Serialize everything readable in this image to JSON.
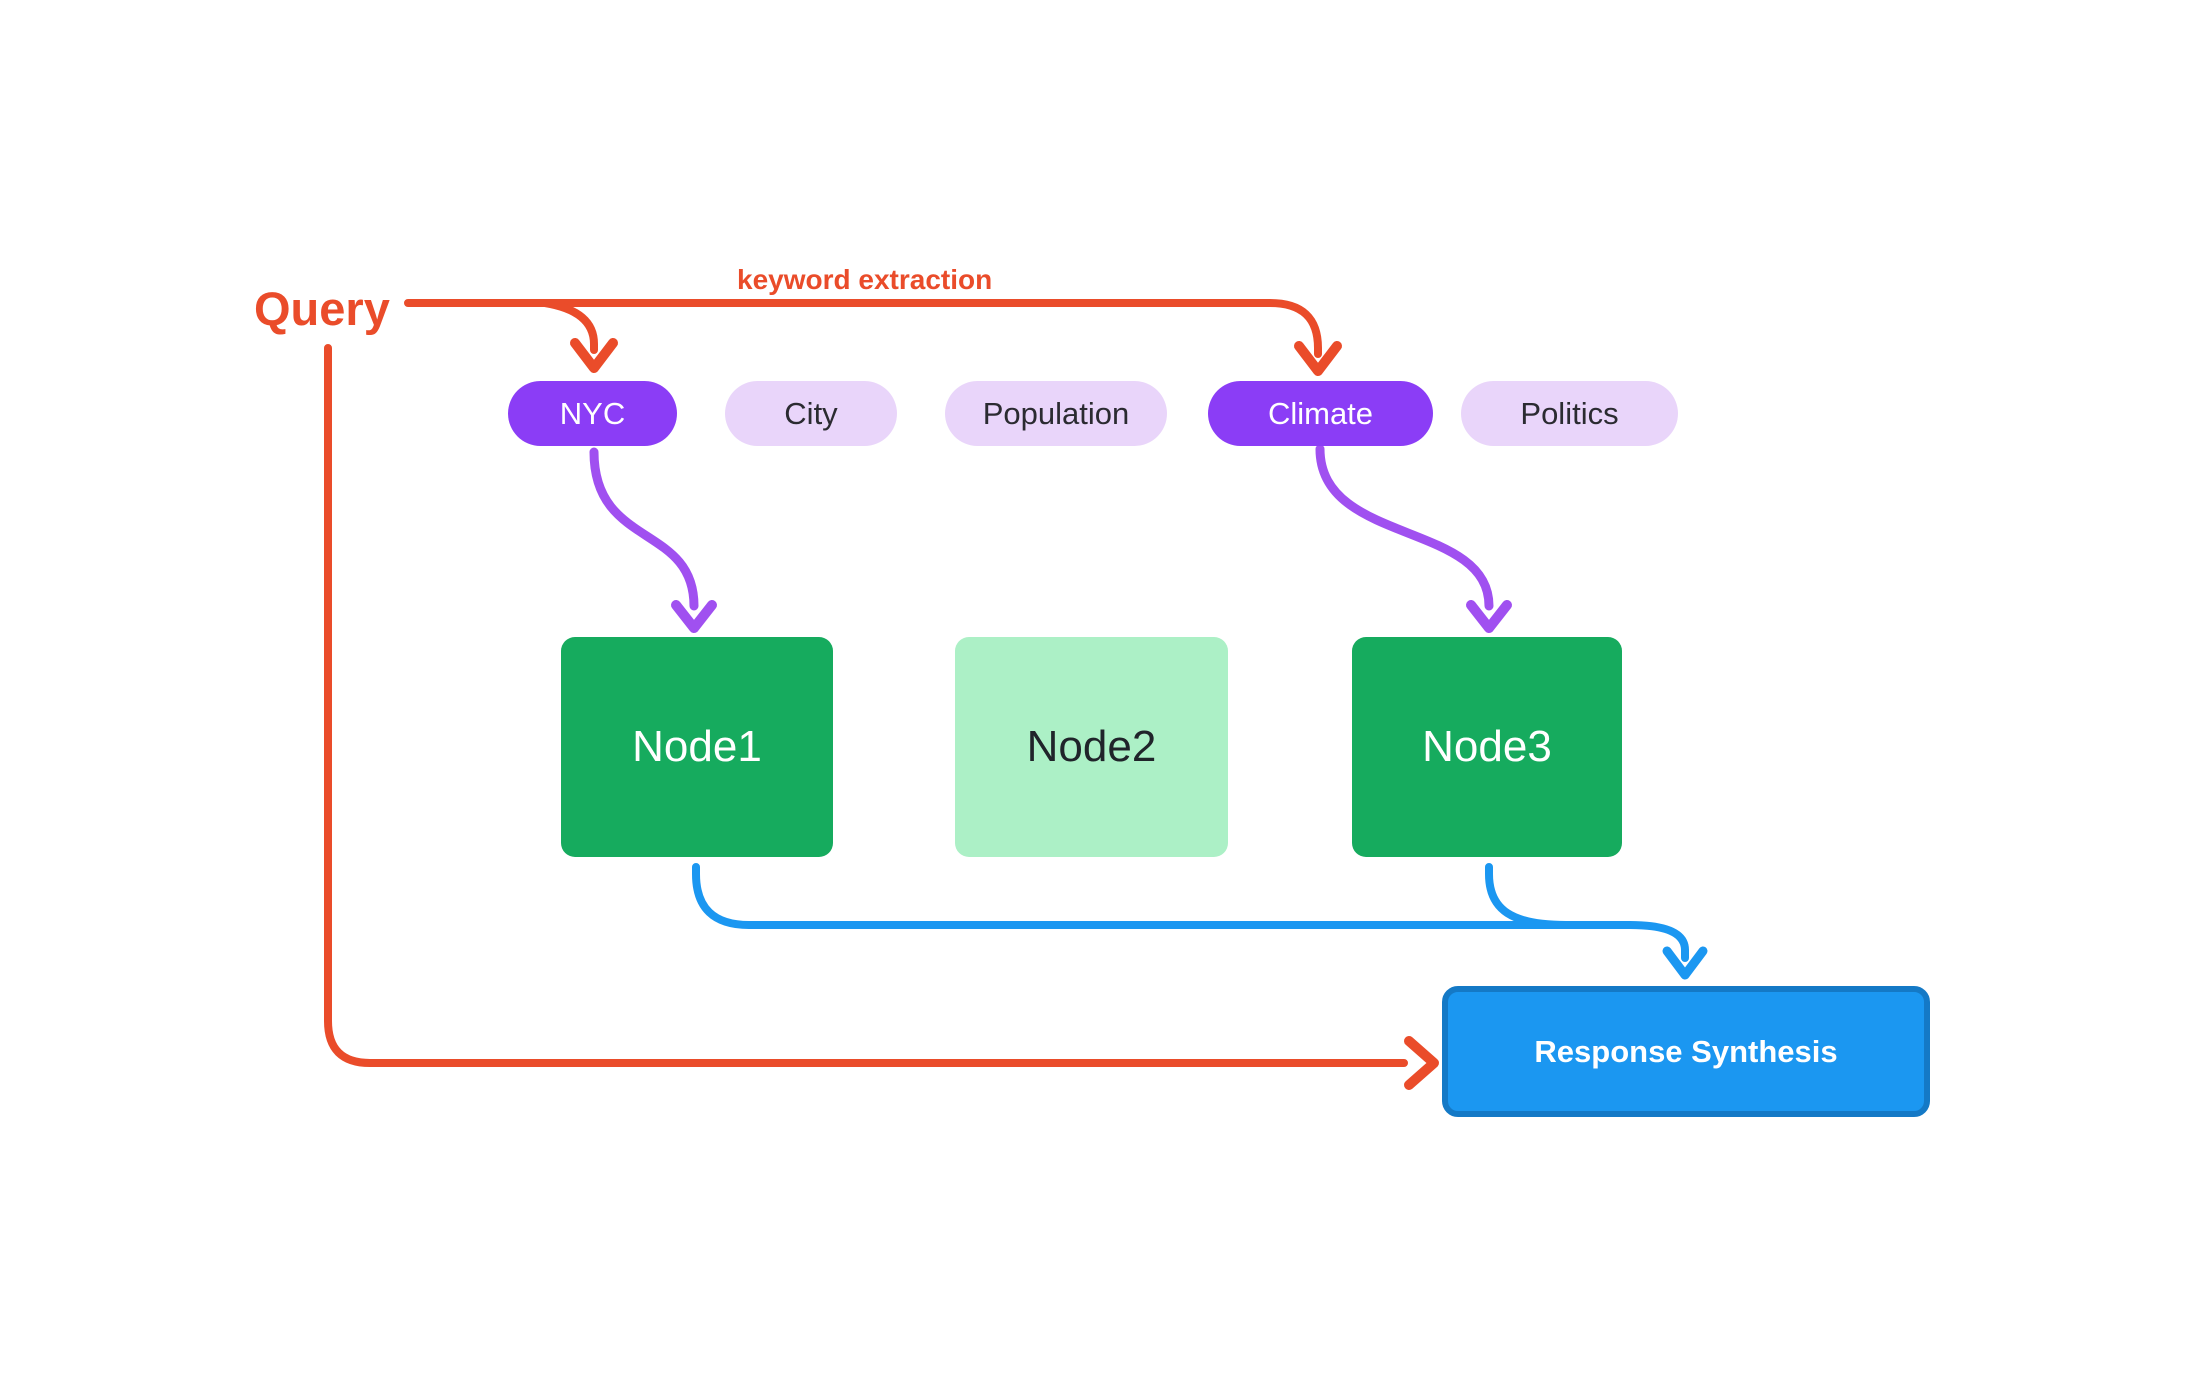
{
  "diagram": {
    "query_label": "Query",
    "edge_labels": {
      "keyword_extraction": "keyword extraction"
    },
    "keywords": [
      {
        "label": "NYC",
        "highlighted": true
      },
      {
        "label": "City",
        "highlighted": false
      },
      {
        "label": "Population",
        "highlighted": false
      },
      {
        "label": "Climate",
        "highlighted": true
      },
      {
        "label": "Politics",
        "highlighted": false
      }
    ],
    "nodes": [
      {
        "label": "Node1",
        "state": "selected"
      },
      {
        "label": "Node2",
        "state": "unselected"
      },
      {
        "label": "Node3",
        "state": "selected"
      }
    ],
    "response_box": {
      "label": "Response Synthesis"
    },
    "colors": {
      "orange": "#EA4C2A",
      "purple": "#8B3DF6",
      "purple_arrow": "#A050F0",
      "light_purple": "#E9D5FA",
      "green": "#16AB5E",
      "light_green": "#ACF0C6",
      "blue": "#1B97F1",
      "blue_border": "#1479C6"
    }
  }
}
